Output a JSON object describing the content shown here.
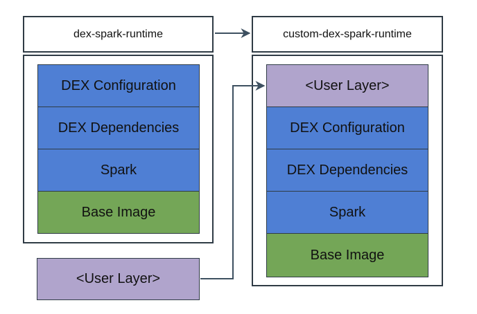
{
  "left": {
    "title": "dex-spark-runtime",
    "layers": [
      "DEX Configuration",
      "DEX Dependencies",
      "Spark",
      "Base Image"
    ]
  },
  "right": {
    "title": "custom-dex-spark-runtime",
    "layers": [
      "<User Layer>",
      "DEX Configuration",
      "DEX Dependencies",
      "Spark",
      "Base Image"
    ]
  },
  "user_layer": {
    "label": "<User Layer>"
  },
  "colors": {
    "dex_layer": "#4f7fd4",
    "base_image": "#74a657",
    "user_layer": "#b0a4cc",
    "border": "#2f3b45",
    "arrow": "#3d5060"
  }
}
